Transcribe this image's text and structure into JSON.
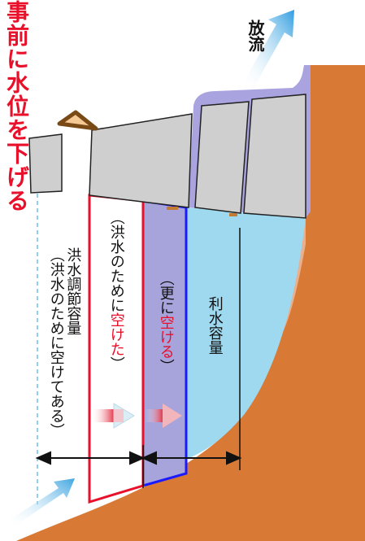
{
  "title": "事前に水位を下げる",
  "outflow_label": "放流",
  "labels": {
    "flood_control_line1": "洪水調節容量",
    "flood_control_line2": "（洪水のために空けてある）",
    "emptied_prefix": "（洪水のために",
    "emptied_red": "空けた",
    "emptied_suffix": "）",
    "further_prefix": "（更に",
    "further_red": "空ける",
    "further_suffix": "）",
    "water_use": "利水容量"
  },
  "colors": {
    "accent_red": "#e8102a",
    "blue_frame": "#1a1aff",
    "water": "#9fd9ef",
    "emptied_volume": "#a7a4dc",
    "ground": "#d87a35",
    "dam": "#cfcfcf",
    "outflow_arrow": "#3fa6e0"
  }
}
